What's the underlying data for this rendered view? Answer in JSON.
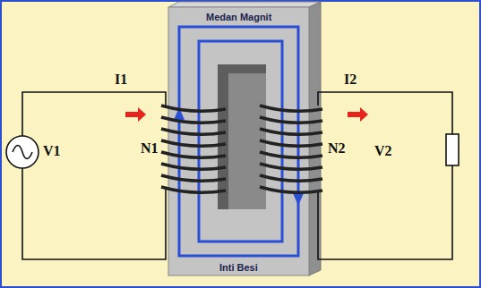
{
  "diagram": {
    "nodes": [
      {
        "text": [
          "Medan Magnit",
          "Inti Besi"
        ]
      }
    ],
    "labels": [
      "I1",
      "I2",
      "N1",
      "N2",
      "V1",
      "V2"
    ]
  }
}
